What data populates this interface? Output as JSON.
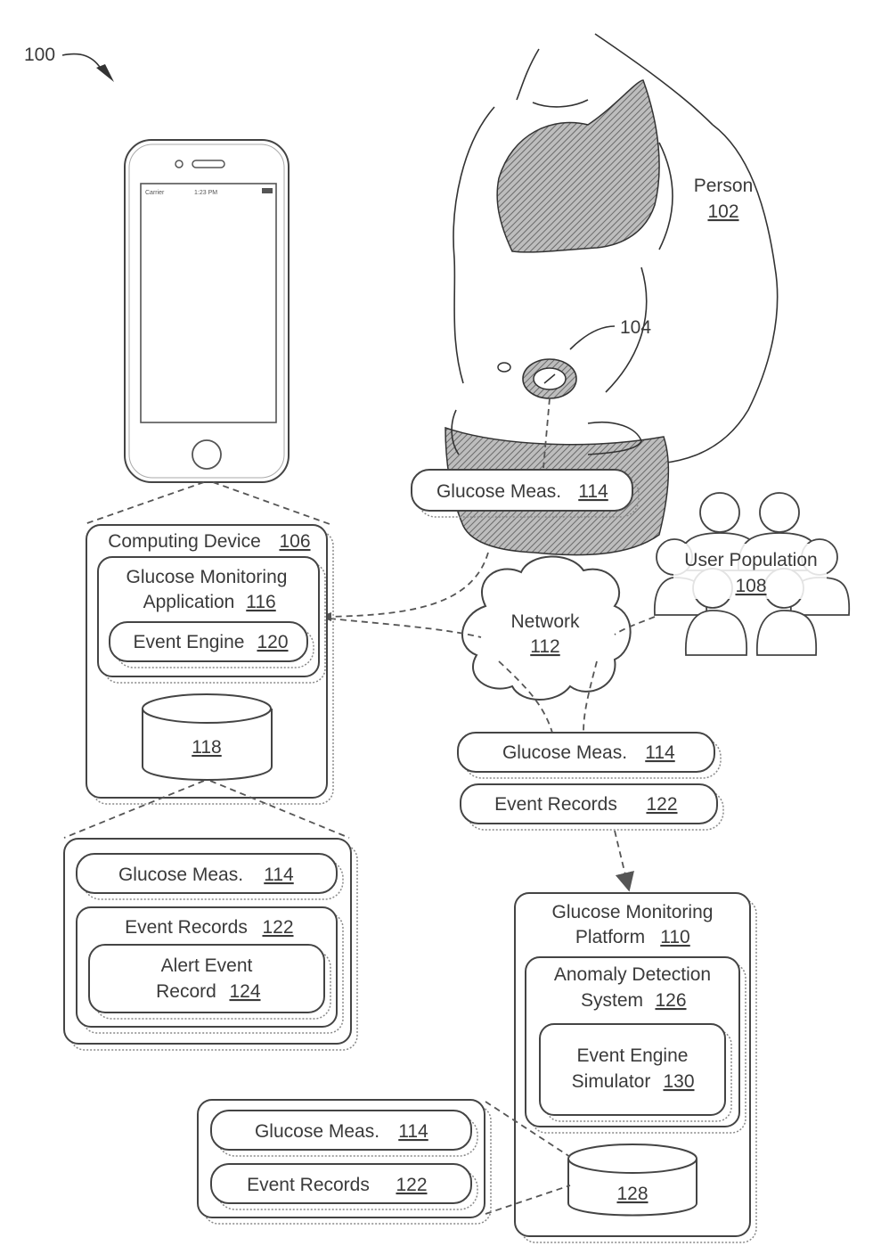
{
  "figure": {
    "ref": "100",
    "person": {
      "label": "Person",
      "ref": "102"
    },
    "sensor_ref": "104",
    "user_population": {
      "label": "User Population",
      "ref": "108"
    },
    "network": {
      "label": "Network",
      "ref": "112"
    },
    "computing_device": {
      "label": "Computing Device",
      "ref": "106"
    },
    "glucose_app": {
      "line1": "Glucose Monitoring",
      "line2": "Application",
      "ref": "116"
    },
    "event_engine": {
      "label": "Event Engine",
      "ref": "120"
    },
    "storage_118": {
      "ref": "118"
    },
    "glucose_meas": {
      "label": "Glucose Meas.",
      "ref": "114"
    },
    "event_records": {
      "label": "Event Records",
      "ref": "122"
    },
    "alert_record": {
      "line1": "Alert Event",
      "line2": "Record",
      "ref": "124"
    },
    "platform": {
      "line1": "Glucose Monitoring",
      "line2": "Platform",
      "ref": "110"
    },
    "anomaly": {
      "line1": "Anomaly Detection",
      "line2": "System",
      "ref": "126"
    },
    "simulator": {
      "line1": "Event Engine",
      "line2": "Simulator",
      "ref": "130"
    },
    "storage_128": {
      "ref": "128"
    },
    "phone_status": {
      "carrier": "Carrier",
      "time": "1:23 PM"
    }
  }
}
